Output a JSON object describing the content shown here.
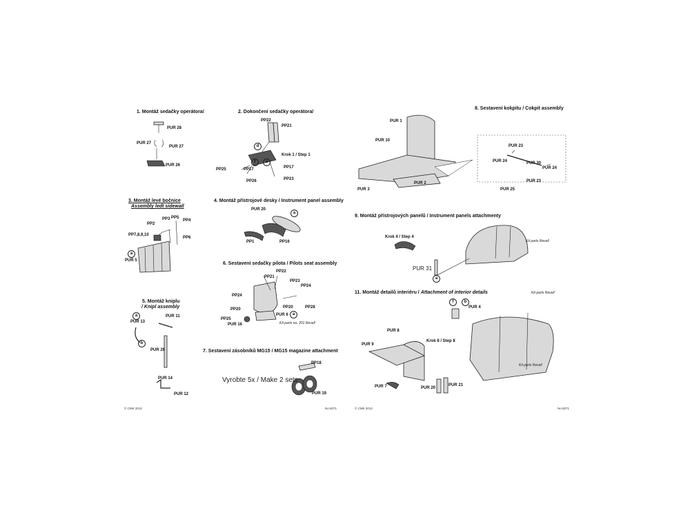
{
  "left_page": {
    "step1": {
      "title": "1. Montáž sedačky operátora/",
      "labels": [
        "PUR 28",
        "PUR 27",
        "PUR 27",
        "PUR 26"
      ]
    },
    "step2": {
      "title": "2. Dokončení sedačky operátora/",
      "labels": [
        "PP22",
        "PP21",
        "Krok 1 / Step 1",
        "PP25",
        "PP17",
        "PP17",
        "PP26",
        "PP23"
      ],
      "markers": [
        "d",
        "a",
        "f"
      ]
    },
    "step3": {
      "title_line1": "3. Montáž levé bočnice",
      "title_line2": "Assembly ledt sidewall",
      "labels": [
        "PP2",
        "PP3",
        "PP5",
        "PP4",
        "PP7,8,9,10",
        "PP6",
        "PUR 5"
      ],
      "markers": [
        "a"
      ]
    },
    "step4": {
      "title": "4. Montáž přístrojové desky / Instrument panel assembly",
      "labels": [
        "PUR 20",
        "PP1",
        "PP16"
      ],
      "markers": [
        "a"
      ]
    },
    "step5": {
      "title_line1": "5. Montáž kniplu",
      "title_line2": "/ Knipl assembly",
      "labels": [
        "PUR 11",
        "PUR 13",
        "PUR 29",
        "PUR 14",
        "PUR 12"
      ],
      "markers": [
        "a",
        "b"
      ]
    },
    "step6": {
      "title": "6. Sestavení sedačky pilota / Pilots seat assembly",
      "labels": [
        "PP22",
        "PP21",
        "PP23",
        "PP24",
        "PP24",
        "PP20",
        "PP20",
        "PP28",
        "PP25",
        "PUR 16",
        "PUR 6"
      ],
      "markers": [
        "a"
      ],
      "note": "Kit parts no. 201 Revell"
    },
    "step7": {
      "title": "7. Sestavení zásobníků MG15 /  MG15 magazine attachment",
      "labels": [
        "PP18",
        "PUR 19"
      ],
      "make": "Vyrobte 5x / Make 2 sets"
    },
    "footer_left": "© CMK 2012",
    "footer_right": "No.5071"
  },
  "right_page": {
    "step8": {
      "title": "8. Sestavení kokpitu / Cokpit assembly",
      "labels": [
        "PUR 1",
        "PUR 10",
        "PUR 3",
        "PUR 2",
        "PUR 23",
        "PUR 24",
        "PUR 30",
        "PUR 24",
        "PUR 23",
        "PUR 25"
      ]
    },
    "step9": {
      "title": "9. Montáž přístrojových panelů / Instrument panels attachmenty",
      "labels": [
        "Krok 4 / Step 4",
        "PUR 31"
      ],
      "markers": [
        "a"
      ],
      "note": "Kit parts Revell"
    },
    "step11": {
      "title_plain": "11. Montáž detailů interiéru / ",
      "title_italic": "Attachment of interior details",
      "labels": [
        "PUR 8",
        "PUR 9",
        "Krok 8 / Step 8",
        "PUR 4",
        "PUR 7",
        "PUR 20",
        "PUR 21"
      ],
      "markers": [
        "f",
        "b"
      ],
      "note1": "Kit parts Revell",
      "note2": "Kit parts Revell"
    },
    "footer_left": "© CMK 2012",
    "footer_right": "No.5071"
  }
}
